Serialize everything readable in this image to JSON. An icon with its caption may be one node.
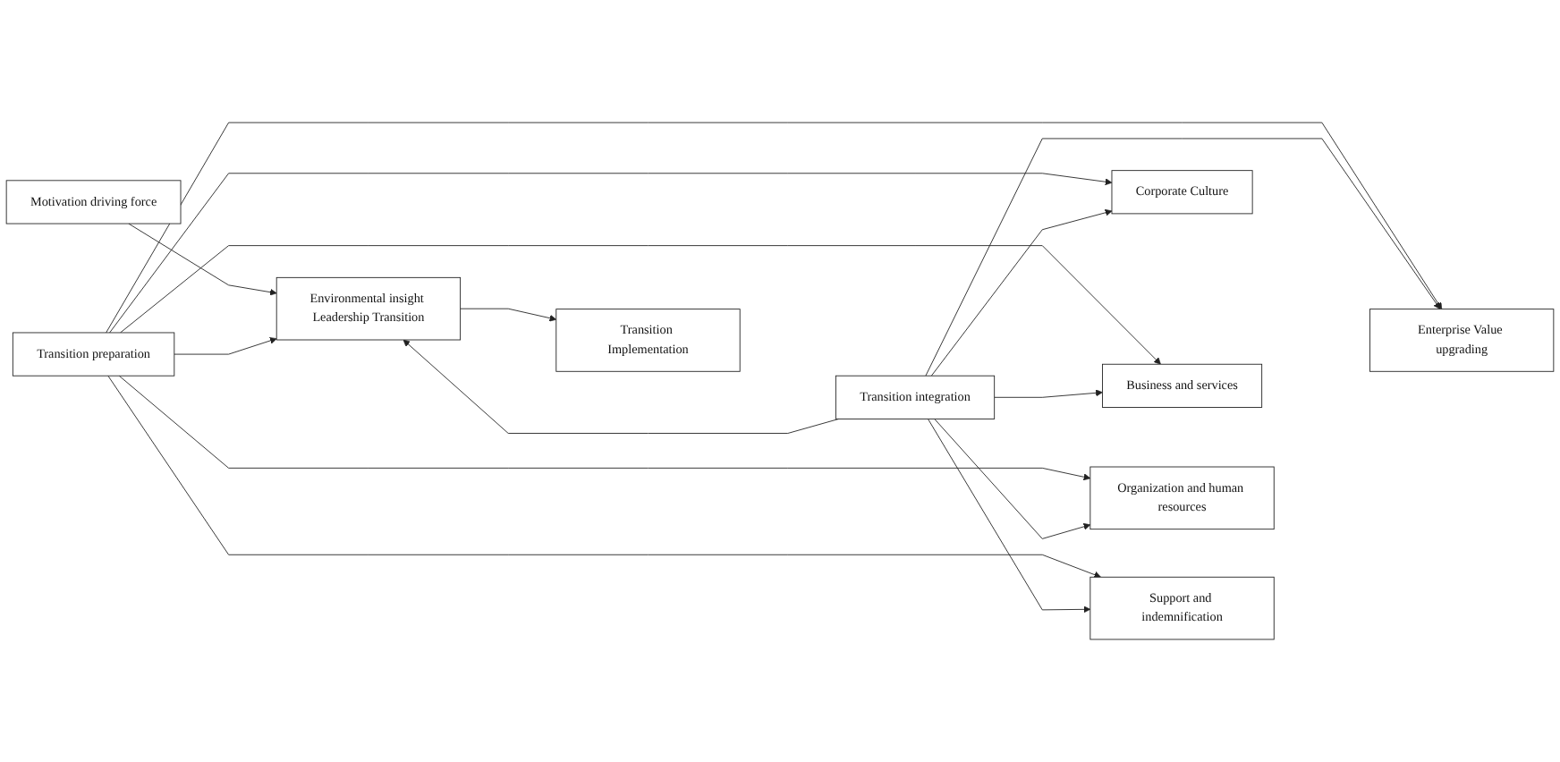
{
  "diagram": {
    "nodes": [
      {
        "text": [
          "Transition preparation"
        ]
      },
      {
        "text": [
          "Motivation driving force"
        ]
      },
      {
        "text": [
          "Environmental insight Leadership Transition"
        ]
      },
      {
        "text": [
          "Transition Implementation"
        ]
      },
      {
        "text": [
          "Corporate Culture"
        ]
      },
      {
        "text": [
          "Business and services"
        ]
      },
      {
        "text": [
          "Organization and human resources"
        ]
      },
      {
        "text": [
          "Support and indemnification"
        ]
      },
      {
        "text": [
          "Enterprise Value upgrading"
        ]
      },
      {
        "text": [
          "Transition integration"
        ]
      }
    ],
    "edges": [
      {
        "from": 1,
        "to": 2,
        "arrow": "to"
      },
      {
        "from": 2,
        "to": 3,
        "arrow": "to"
      },
      {
        "from": 0,
        "to": 2,
        "arrow": "to"
      },
      {
        "from": 9,
        "to": 2,
        "arrow": "to"
      },
      {
        "from": 0,
        "to": 4,
        "arrow": "to"
      },
      {
        "from": 0,
        "to": 5,
        "arrow": "to"
      },
      {
        "from": 0,
        "to": 6,
        "arrow": "to"
      },
      {
        "from": 0,
        "to": 7,
        "arrow": "to"
      },
      {
        "from": 0,
        "to": 8,
        "arrow": "to"
      },
      {
        "from": 9,
        "to": 4,
        "arrow": "to"
      },
      {
        "from": 9,
        "to": 5,
        "arrow": "to"
      },
      {
        "from": 9,
        "to": 6,
        "arrow": "to"
      },
      {
        "from": 9,
        "to": 7,
        "arrow": "to"
      },
      {
        "from": 9,
        "to": 8,
        "arrow": "to"
      }
    ]
  }
}
